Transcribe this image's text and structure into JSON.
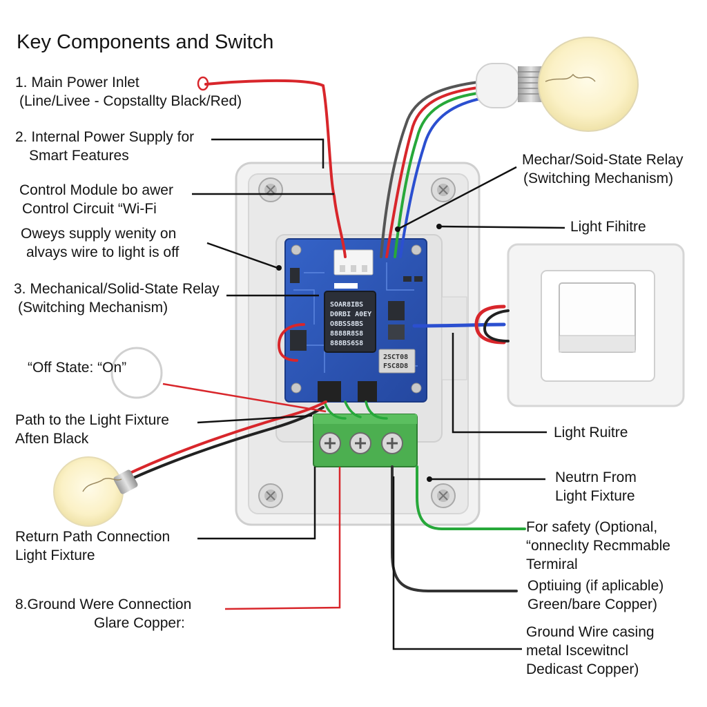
{
  "title": "Key Components and Switch",
  "labels": {
    "main_power": [
      "1. Main Power Inlet",
      "(Line/Livee - Copstallty Black/Red)"
    ],
    "internal_power": [
      "2. Internal Power Supply for",
      "Smart Features"
    ],
    "control_module": [
      "Control Module bo awer",
      "Control Circuit  “Wi-Fi"
    ],
    "always_supply": [
      "Oweys supply wenity on",
      "alvays wire to light is off"
    ],
    "relay_left": [
      "3. Mechanical/Solid-State Relay",
      "(Switching Mechanism)"
    ],
    "off_state": "“Off State:  “On”",
    "path_light": [
      "Path to the Light Fixture",
      "Aften Black"
    ],
    "return_path": [
      "Return Path Connection",
      "Light Fixture"
    ],
    "ground_left": [
      "8.Ground Were Connection",
      "Glare Copper:"
    ],
    "relay_right": [
      "Mechar/Soid-State Relay",
      "(Switching Mechanism)"
    ],
    "light_fihitre": "Light Fihitre",
    "light_ruitre": "Light Ruitre",
    "neutral": [
      "Neutrn From",
      "Light Fixture"
    ],
    "safety": [
      "For safety (Optional,",
      "“onneclıty Recmmable",
      "Termiral"
    ],
    "optional": [
      "Optiuing (if aplicable)",
      "Green/bare Copper)"
    ],
    "ground_right": [
      "Ground Wire casing",
      "metal Iscewitncl",
      "Dedicast Copper)"
    ]
  },
  "chip": {
    "lines": [
      "SOAR8IBS",
      "D0RBI A0EY",
      "O8BSS8BS",
      "8888R8S8",
      "888BS6S8"
    ],
    "small_lines": [
      "2SCT08",
      "FSC8D8"
    ]
  },
  "colors": {
    "board": "#2e56b8",
    "wire_red": "#d8262b",
    "wire_green": "#27a83a",
    "wire_blue": "#2b4fd0",
    "wire_black": "#222222",
    "terminal": "#4caf50",
    "housing": "#eeeeee"
  },
  "icons": [
    "light-bulb-icon",
    "screw-icon",
    "rocker-switch-icon"
  ]
}
